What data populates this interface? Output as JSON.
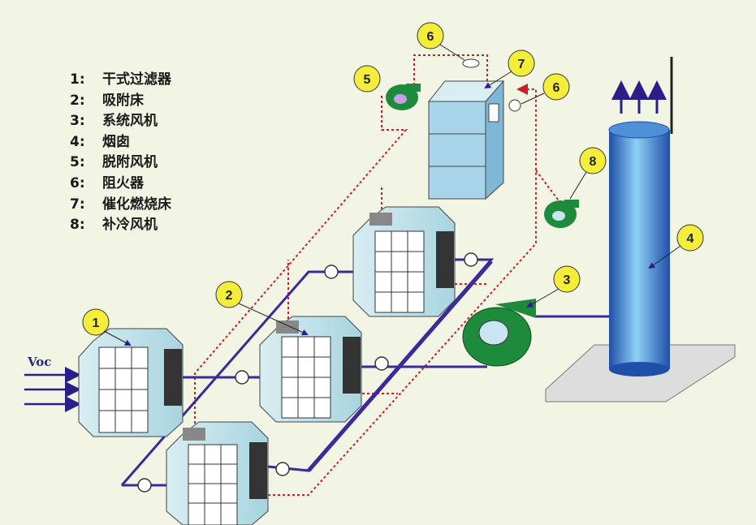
{
  "legend": [
    {
      "num": "1:",
      "label": "干式过滤器"
    },
    {
      "num": "2:",
      "label": "吸附床"
    },
    {
      "num": "3:",
      "label": "系统风机"
    },
    {
      "num": "4:",
      "label": "烟囱"
    },
    {
      "num": "5:",
      "label": "脱附风机"
    },
    {
      "num": "6:",
      "label": "阻火器"
    },
    {
      "num": "7:",
      "label": "催化燃烧床"
    },
    {
      "num": "8:",
      "label": "补冷风机"
    }
  ],
  "inlet_label": "Voc",
  "markers": {
    "m1": "1",
    "m2": "2",
    "m3": "3",
    "m4": "4",
    "m5": "5",
    "m6a": "6",
    "m6b": "6",
    "m7": "7",
    "m8": "8"
  },
  "colors": {
    "pipe": "#3b2a9c",
    "hot_line": "#c8202a",
    "equipment": "#b9dde6",
    "fan": "#1e8a3c",
    "chimney": "#3a7fd0",
    "marker": "#f4ee3a"
  }
}
